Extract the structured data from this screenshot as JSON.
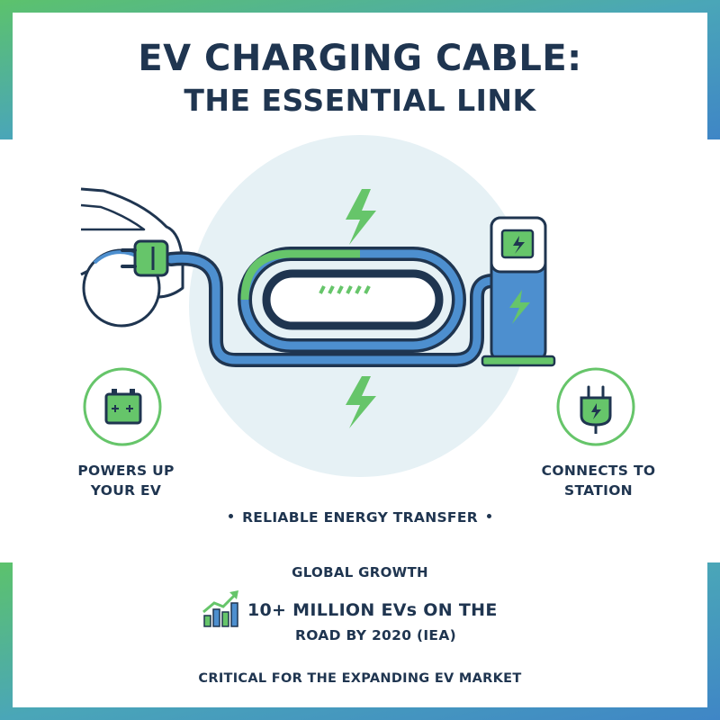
{
  "title": {
    "line1": "EV CHARGING CABLE:",
    "line2": "THE ESSENTIAL LINK"
  },
  "features": {
    "left": {
      "icon": "battery-icon",
      "line1": "POWERS UP",
      "line2": "YOUR EV"
    },
    "right": {
      "icon": "plug-icon",
      "line1": "CONNECTS TO",
      "line2": "STATION"
    }
  },
  "tagline": "RELIABLE ENERGY TRANSFER",
  "growth": {
    "label": "GLOBAL GROWTH",
    "icon": "growth-chart-icon",
    "stat_line1": "10+ MILLION EVs ON THE",
    "stat_line2": "ROAD BY 2020 (IEA)"
  },
  "footer": "CRITICAL FOR THE EXPANDING EV MARKET",
  "colors": {
    "navy": "#1f3550",
    "green": "#66c56a",
    "blue": "#4d8fcf",
    "light_blue_bg": "#e6f1f5",
    "gradient_green": "#5cc26c",
    "gradient_blue": "#3f86c6"
  }
}
